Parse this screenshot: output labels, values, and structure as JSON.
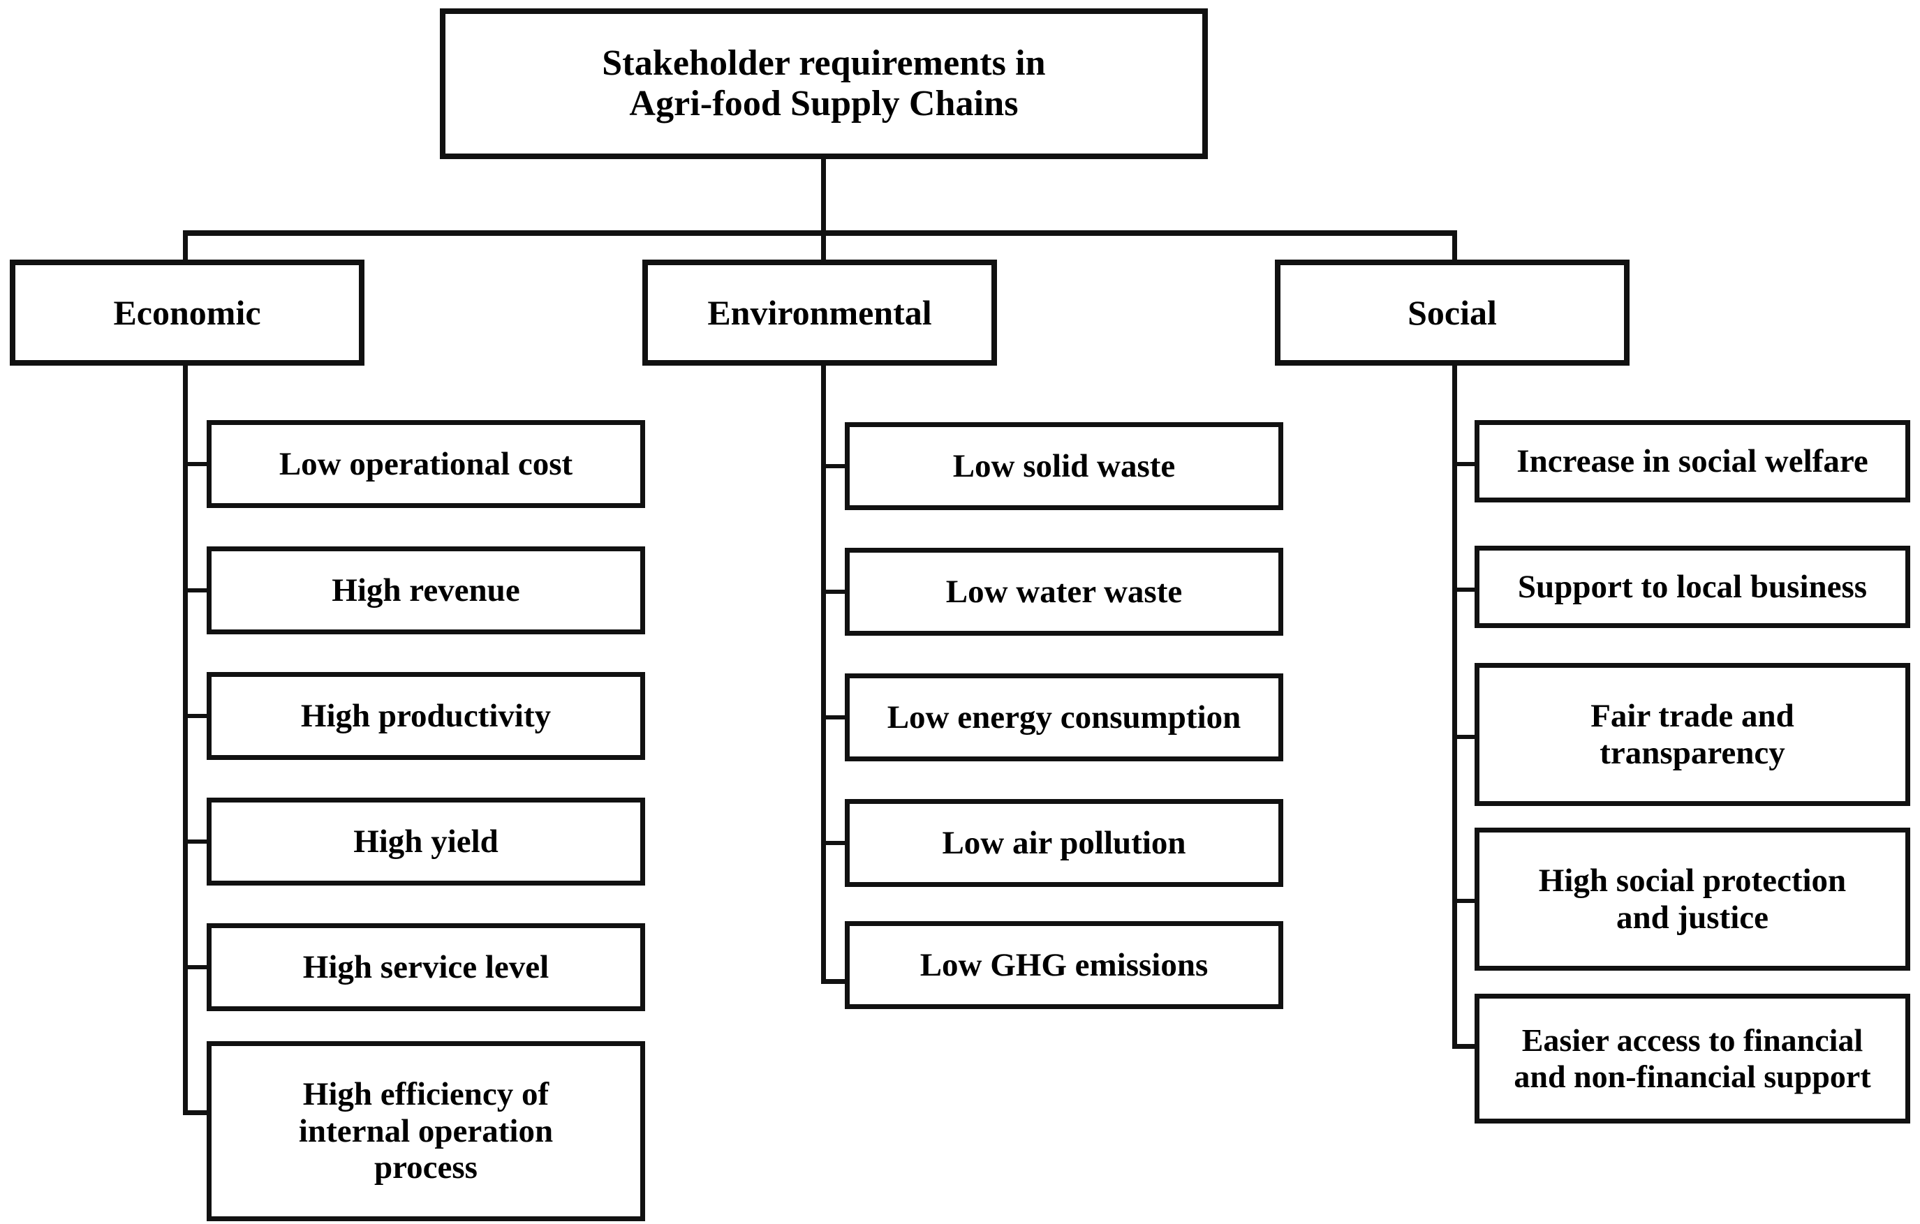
{
  "diagram": {
    "title": "Stakeholder requirements in\nAgri-food Supply Chains",
    "colors": {
      "line": "#111111",
      "box_border": "#111111",
      "box_fill": "#ffffff",
      "text": "#000000",
      "background": "#ffffff"
    },
    "root": {
      "label": "Stakeholder requirements in\nAgri-food Supply Chains"
    },
    "categories": [
      {
        "label": "Economic",
        "items": [
          {
            "label": "Low operational cost"
          },
          {
            "label": "High revenue"
          },
          {
            "label": "High productivity"
          },
          {
            "label": "High yield"
          },
          {
            "label": "High service level"
          },
          {
            "label": "High efficiency of\ninternal operation\nprocess"
          }
        ]
      },
      {
        "label": "Environmental",
        "items": [
          {
            "label": "Low solid waste"
          },
          {
            "label": "Low water waste"
          },
          {
            "label": "Low energy consumption"
          },
          {
            "label": "Low air pollution"
          },
          {
            "label": "Low GHG emissions"
          }
        ]
      },
      {
        "label": "Social",
        "items": [
          {
            "label": "Increase in social welfare"
          },
          {
            "label": "Support to local business"
          },
          {
            "label": "Fair trade and\ntransparency"
          },
          {
            "label": "High social protection\nand justice"
          },
          {
            "label": "Easier access to financial\nand non-financial support"
          }
        ]
      }
    ]
  }
}
